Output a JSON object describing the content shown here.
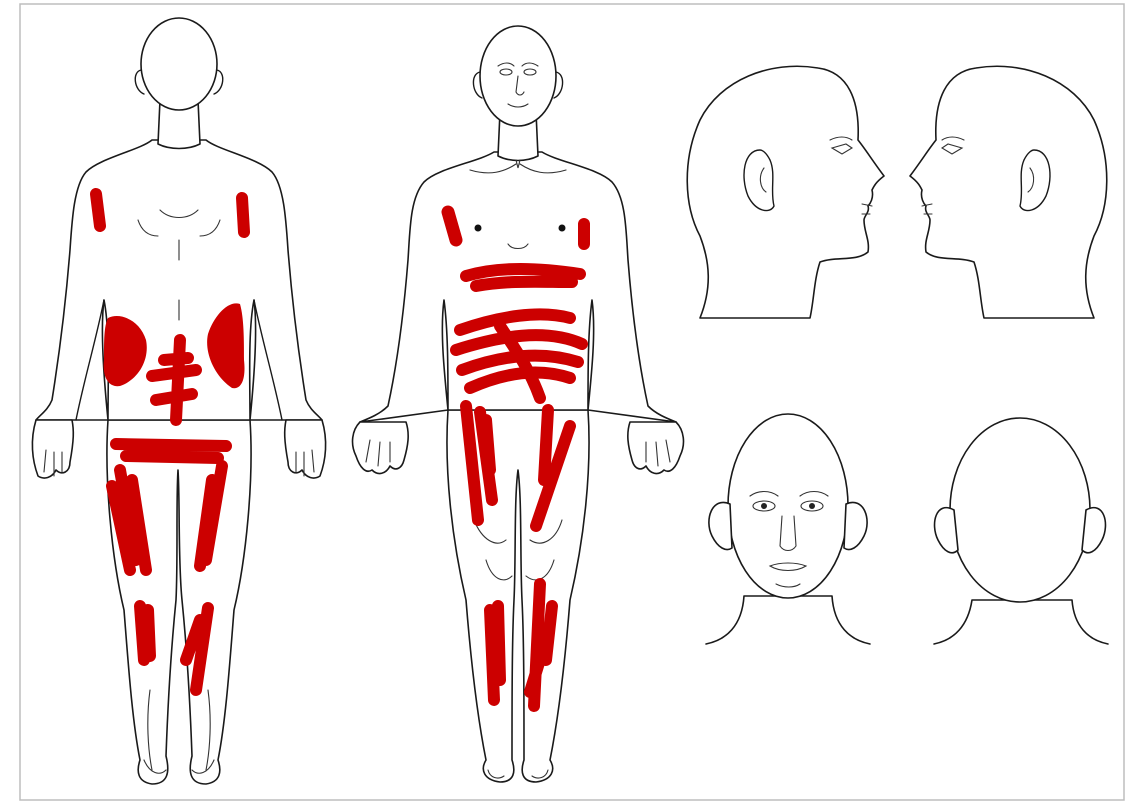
{
  "diagram": {
    "border_color": "#bdbdbd",
    "outline_color": "#1a1a1a",
    "pain_color": "#cc0000",
    "figures": [
      {
        "view": "body-back"
      },
      {
        "view": "body-front"
      },
      {
        "view": "head-right-profile"
      },
      {
        "view": "head-left-profile"
      },
      {
        "view": "head-front"
      },
      {
        "view": "head-back"
      }
    ],
    "marked_regions": {
      "back": [
        "left-shoulder",
        "right-shoulder",
        "left-flank",
        "right-flank",
        "lower-back-spine",
        "lower-back-band",
        "left-thigh",
        "right-thigh",
        "left-calf",
        "right-calf"
      ],
      "front": [
        "left-shoulder",
        "right-shoulder",
        "upper-abdomen",
        "lower-abdomen",
        "left-thigh",
        "right-thigh",
        "left-shin",
        "right-shin"
      ]
    }
  }
}
